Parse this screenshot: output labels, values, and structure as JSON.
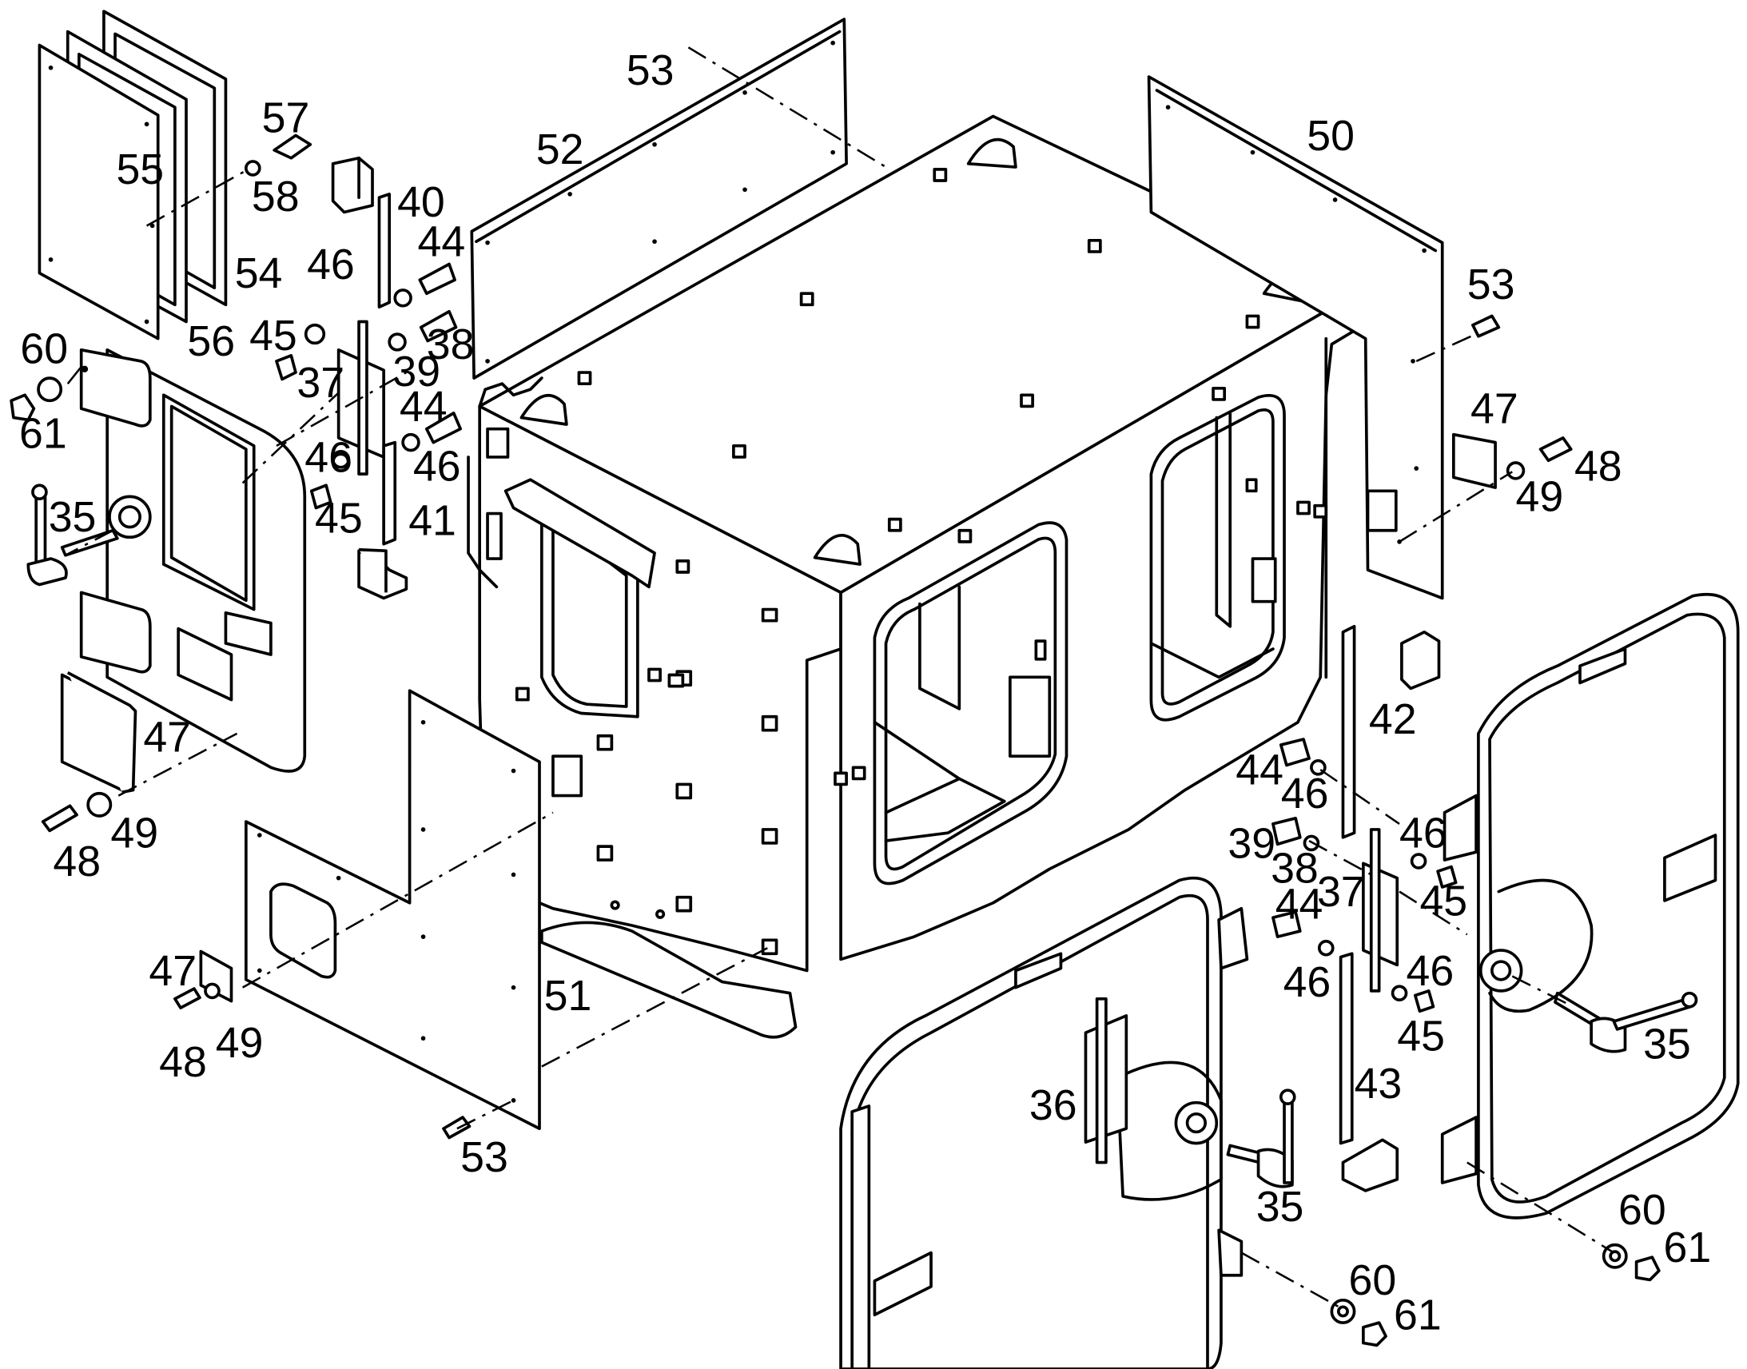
{
  "diagram": {
    "type": "exploded-parts-view",
    "part_callouts": [
      {
        "id": "c53a",
        "text": "53"
      },
      {
        "id": "c52",
        "text": "52"
      },
      {
        "id": "c50",
        "text": "50"
      },
      {
        "id": "c57",
        "text": "57"
      },
      {
        "id": "c55",
        "text": "55"
      },
      {
        "id": "c58",
        "text": "58"
      },
      {
        "id": "c40",
        "text": "40"
      },
      {
        "id": "c44a",
        "text": "44"
      },
      {
        "id": "c46a",
        "text": "46"
      },
      {
        "id": "c54",
        "text": "54"
      },
      {
        "id": "c53b",
        "text": "53"
      },
      {
        "id": "c38a",
        "text": "38"
      },
      {
        "id": "c45a",
        "text": "45"
      },
      {
        "id": "c56",
        "text": "56"
      },
      {
        "id": "c60a",
        "text": "60"
      },
      {
        "id": "c39a",
        "text": "39"
      },
      {
        "id": "c37a",
        "text": "37"
      },
      {
        "id": "c61a",
        "text": "61"
      },
      {
        "id": "c44b",
        "text": "44"
      },
      {
        "id": "c47a",
        "text": "47"
      },
      {
        "id": "c46b",
        "text": "46"
      },
      {
        "id": "c46c",
        "text": "46"
      },
      {
        "id": "c48a",
        "text": "48"
      },
      {
        "id": "c49a",
        "text": "49"
      },
      {
        "id": "c35a",
        "text": "35"
      },
      {
        "id": "c45b",
        "text": "45"
      },
      {
        "id": "c41",
        "text": "41"
      },
      {
        "id": "c42",
        "text": "42"
      },
      {
        "id": "c47b",
        "text": "47"
      },
      {
        "id": "c44c",
        "text": "44"
      },
      {
        "id": "c46d",
        "text": "46"
      },
      {
        "id": "c49b",
        "text": "49"
      },
      {
        "id": "c48b",
        "text": "48"
      },
      {
        "id": "c39b",
        "text": "39"
      },
      {
        "id": "c46e",
        "text": "46"
      },
      {
        "id": "c38b",
        "text": "38"
      },
      {
        "id": "c37b",
        "text": "37"
      },
      {
        "id": "c45c",
        "text": "45"
      },
      {
        "id": "c44d",
        "text": "44"
      },
      {
        "id": "c47c",
        "text": "47"
      },
      {
        "id": "c46f",
        "text": "46"
      },
      {
        "id": "c46g",
        "text": "46"
      },
      {
        "id": "c51",
        "text": "51"
      },
      {
        "id": "c45d",
        "text": "45"
      },
      {
        "id": "c48c",
        "text": "48"
      },
      {
        "id": "c49c",
        "text": "49"
      },
      {
        "id": "c35b",
        "text": "35"
      },
      {
        "id": "c36",
        "text": "36"
      },
      {
        "id": "c43",
        "text": "43"
      },
      {
        "id": "c53c",
        "text": "53"
      },
      {
        "id": "c35c",
        "text": "35"
      },
      {
        "id": "c60b",
        "text": "60"
      },
      {
        "id": "c61b",
        "text": "61"
      },
      {
        "id": "c60c",
        "text": "60"
      },
      {
        "id": "c61c",
        "text": "61"
      }
    ]
  }
}
